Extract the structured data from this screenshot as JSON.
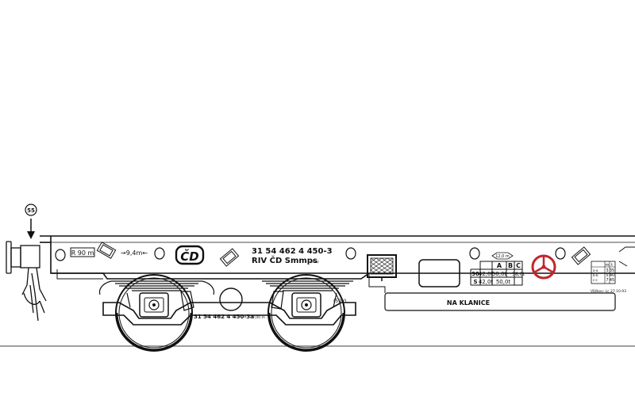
{
  "speed_marker": "55",
  "r_label": "R 90 m",
  "dim_label": "→9,4m←",
  "logo_text": "ČD",
  "wagon_number": "31 54 462 4 450-3",
  "wagon_class": "RIV ČD Smmps",
  "class_suffix": "(Pr-a)",
  "bogie_number": "31 54 462 4 450-3a",
  "bogie_note": "2,00 m",
  "bogie_code": "(59V)",
  "cargo_label": "NA KLANICE",
  "load_table": {
    "length_label": "12,0 m",
    "headers": [
      "A",
      "B",
      "C"
    ],
    "rows": [
      {
        "label": "90",
        "values": [
          "42,0t",
          "50,0t",
          "58,0t"
        ]
      },
      {
        "label": "S",
        "values": [
          "42,0t",
          "50,0t"
        ]
      }
    ]
  },
  "side_table": {
    "rows": [
      {
        "a": "",
        "b": "m",
        "c": "t"
      },
      {
        "a": "a-a",
        "b": "3",
        "c": "35"
      },
      {
        "a": "b-b",
        "b": "5",
        "c": "40"
      },
      {
        "a": "c-c",
        "b": "7",
        "c": "45"
      }
    ]
  },
  "revision": "Vůžkov: Lc 27.10.93"
}
